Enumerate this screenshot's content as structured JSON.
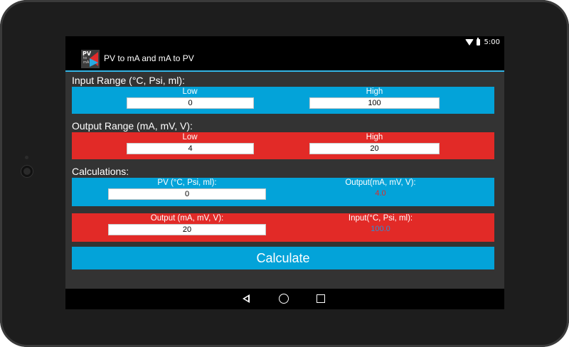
{
  "status_bar": {
    "time": "5:00"
  },
  "app": {
    "title": "PV to mA and mA to PV",
    "icon_lines": [
      "PV",
      "to",
      "mA"
    ]
  },
  "input_range": {
    "label": "Input Range (°C, Psi, ml):",
    "low_label": "Low",
    "low_value": "0",
    "high_label": "High",
    "high_value": "100"
  },
  "output_range": {
    "label": "Output Range (mA, mV, V):",
    "low_label": "Low",
    "low_value": "4",
    "high_label": "High",
    "high_value": "20"
  },
  "calculations": {
    "label": "Calculations:",
    "pv_label": "PV (°C, Psi, ml):",
    "pv_value": "0",
    "output_result_label": "Output(mA, mV, V):",
    "output_result_value": "4.0",
    "output_label": "Output (mA, mV, V):",
    "output_value": "20",
    "input_result_label": "Input(°C, Psi, ml):",
    "input_result_value": "100.0"
  },
  "calculate_button": "Calculate",
  "colors": {
    "accent_blue": "#03a3d9",
    "accent_red": "#e22a27",
    "output_result": "#e22a27",
    "input_result": "#2a8fd6"
  },
  "icons": [
    "wifi-icon",
    "battery-icon",
    "back-icon",
    "home-icon",
    "recents-icon",
    "app-icon"
  ]
}
